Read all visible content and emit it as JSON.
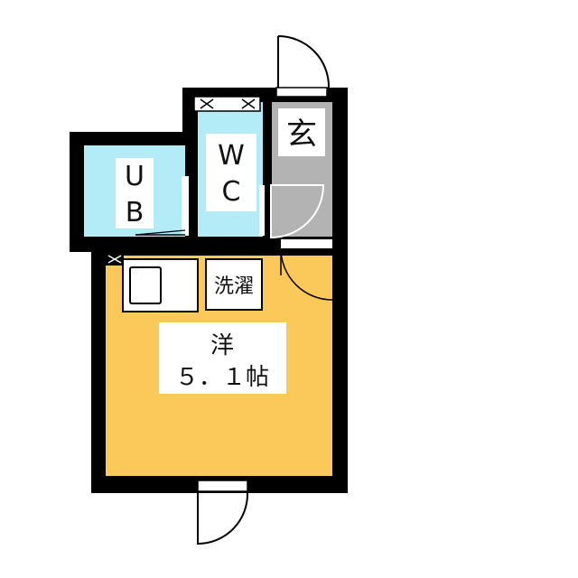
{
  "rooms": {
    "unit_bath": {
      "label_1": "U",
      "label_2": "B"
    },
    "toilet": {
      "label_1": "W",
      "label_2": "C"
    },
    "entrance": {
      "label": "玄"
    },
    "washer": {
      "label": "洗濯"
    },
    "western_room": {
      "label": "洋",
      "size": "５．１帖"
    }
  },
  "colors": {
    "wall": "#000000",
    "western_room": "#fbc85a",
    "wet_area": "#b3ecf6",
    "entrance": "#b3b3b3",
    "background": "#ffffff"
  }
}
